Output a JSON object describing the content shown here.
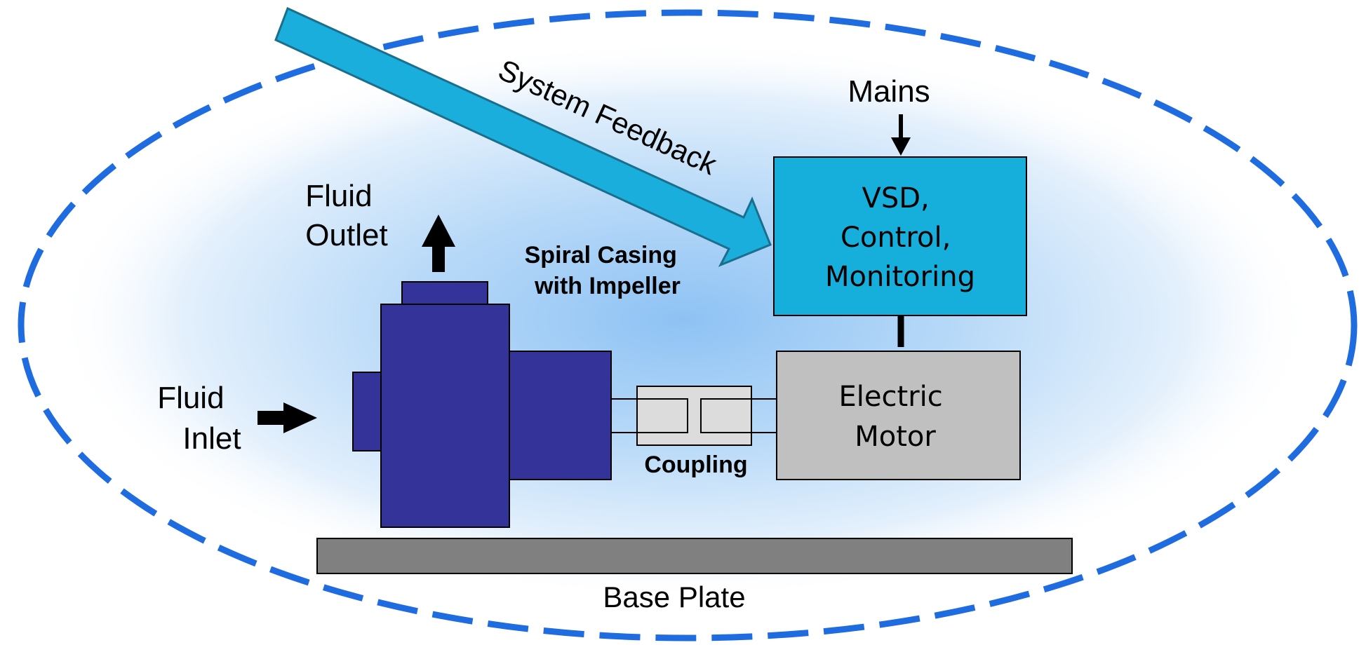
{
  "labels": {
    "system_feedback": "System Feedback",
    "mains": "Mains",
    "vsd": [
      "VSD,",
      "Control,",
      "Monitoring"
    ],
    "fluid_outlet": [
      "Fluid",
      "Outlet"
    ],
    "spiral_casing": [
      "Spiral Casing",
      "with Impeller"
    ],
    "fluid_inlet": [
      "Fluid",
      "Inlet"
    ],
    "coupling": "Coupling",
    "electric_motor": [
      "Electric",
      "Motor"
    ],
    "base_plate": "Base Plate"
  },
  "colors": {
    "pump_body": "#333399",
    "vsd_box": "#16AEDA",
    "feedback_arrow": "#1AAEDD",
    "feedback_arrow_stroke": "#1B6E8C",
    "motor": "#C0C0C0",
    "coupling": "#DCDCDC",
    "base_plate": "#808080",
    "boundary_dash": "#1F6BE0",
    "glow": "#9FCBF5"
  }
}
